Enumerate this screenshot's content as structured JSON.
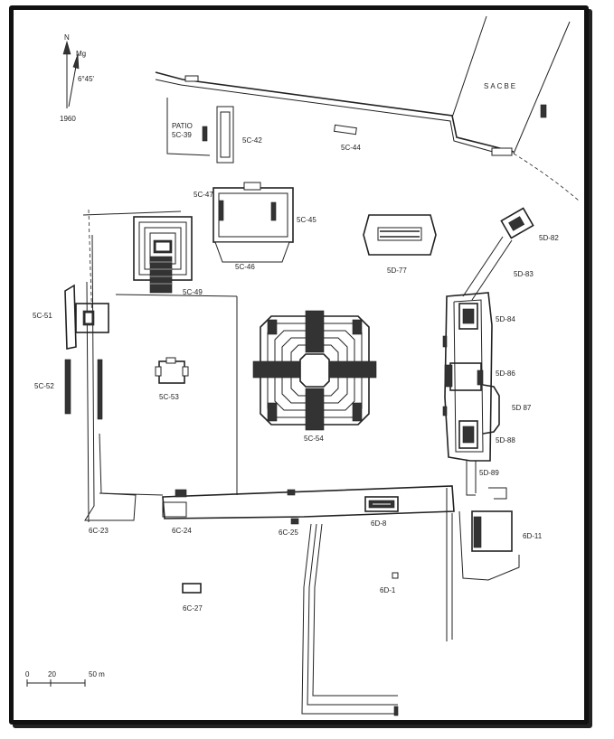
{
  "north_arrow": {
    "n": "N",
    "mg": "Mg",
    "declination": "6°45'",
    "year": "1960"
  },
  "labels": {
    "sacbe": "SACBE",
    "patio_a": "PATIO",
    "patio_b": "5C-39",
    "s5c42": "5C-42",
    "s5c44": "5C-44",
    "s5c47": "5C-47",
    "s5c45": "5C-45",
    "s5c46": "5C-46",
    "s5d77": "5D-77",
    "s5d82": "5D-82",
    "s5d83": "5D-83",
    "s5c49": "5C-49",
    "s5c51": "5C-51",
    "s5c52": "5C-52",
    "s5c53": "5C-53",
    "s5c54": "5C-54",
    "s5d84": "5D-84",
    "s5d86": "5D-86",
    "s5d87": "5D 87",
    "s5d88": "5D-88",
    "s5d89": "5D-89",
    "s6c23": "6C-23",
    "s6c24": "6C-24",
    "s6c25": "6C-25",
    "s6d8": "6D-8",
    "s6d11": "6D-11",
    "s6d1": "6D-1",
    "s6c27": "6C-27"
  },
  "scale_bar": {
    "t0": "0",
    "t1": "20",
    "t2": "50 m"
  }
}
